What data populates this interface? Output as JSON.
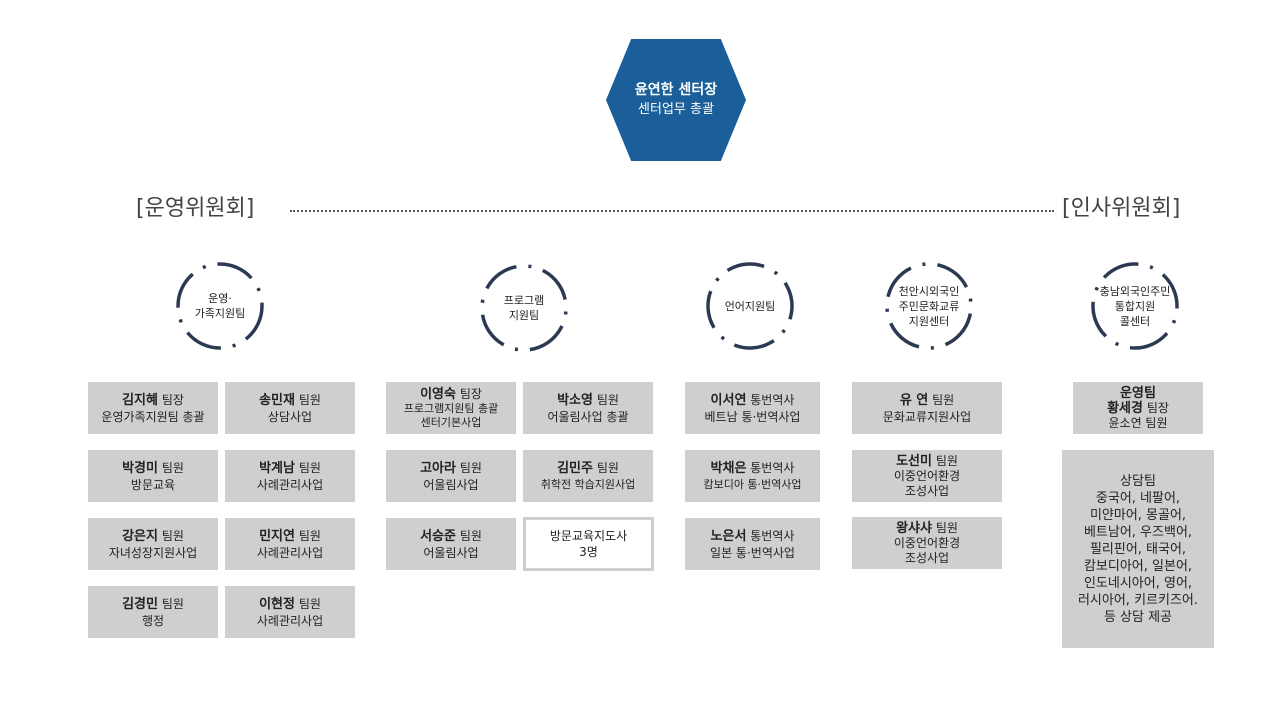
{
  "director": {
    "name": "윤연한 센터장",
    "duty": "센터업무 총괄"
  },
  "committees": {
    "left": "[운영위원회]",
    "right": "[인사위원회]"
  },
  "teams": [
    {
      "lines": [
        "운영·",
        "가족지원팀"
      ]
    },
    {
      "lines": [
        "프로그램",
        "지원팀"
      ]
    },
    {
      "lines": [
        "언어지원팀"
      ]
    },
    {
      "lines": [
        "천안시외국인",
        "주민문화교류",
        "지원센터"
      ]
    },
    {
      "lines": [
        "충남외국인주민",
        "통합지원",
        "콜센터"
      ]
    }
  ],
  "members": {
    "m1": {
      "name": "김지혜",
      "role": "팀장",
      "duty": "운영가족지원팀 총괄"
    },
    "m2": {
      "name": "송민재",
      "role": "팀원",
      "duty": "상담사업"
    },
    "m3": {
      "name": "박경미",
      "role": "팀원",
      "duty": "방문교육"
    },
    "m4": {
      "name": "박계남",
      "role": "팀원",
      "duty": "사례관리사업"
    },
    "m5": {
      "name": "강은지",
      "role": "팀원",
      "duty": "자녀성장지원사업"
    },
    "m6": {
      "name": "민지연",
      "role": "팀원",
      "duty": "사례관리사업"
    },
    "m7": {
      "name": "김경민",
      "role": "팀원",
      "duty": "행정"
    },
    "m8": {
      "name": "이현정",
      "role": "팀원",
      "duty": "사례관리사업"
    },
    "p1": {
      "name": "이영숙",
      "role": "팀장",
      "duty": "프로그램지원팀 총괄",
      "duty2": "센터기본사업"
    },
    "p2": {
      "name": "박소영",
      "role": "팀원",
      "duty": "어울림사업 총괄"
    },
    "p3": {
      "name": "고아라",
      "role": "팀원",
      "duty": "어울림사업"
    },
    "p4": {
      "name": "김민주",
      "role": "팀원",
      "duty": "취학전 학습지원사업"
    },
    "p5": {
      "name": "서승준",
      "role": "팀원",
      "duty": "어울림사업"
    },
    "p6": {
      "line1": "방문교육지도사",
      "line2": "3명"
    },
    "l1": {
      "name": "이서연",
      "role": "통번역사",
      "duty": "베트남 통·번역사업"
    },
    "l2": {
      "name": "박채은",
      "role": "통번역사",
      "duty": "캄보디아 통·번역사업"
    },
    "l3": {
      "name": "노은서",
      "role": "통번역사",
      "duty": "일본 통·번역사업"
    },
    "c1": {
      "name": "유  연",
      "role": "팀원",
      "duty": "문화교류지원사업"
    },
    "c2": {
      "name": "도선미",
      "role": "팀원",
      "duty": "이중언어환경",
      "duty2": "조성사업"
    },
    "c3": {
      "name": "왕샤샤",
      "role": "팀원",
      "duty": "이중언어환경",
      "duty2": "조성사업"
    },
    "k1": {
      "line1": "운영팀",
      "name": "황세경",
      "role": "팀장",
      "duty": "윤소연  팀원"
    },
    "k2": {
      "lines": [
        "상담팀",
        "중국어, 네팔어,",
        "미얀마어, 몽골어,",
        "베트남어, 우즈백어,",
        "필리핀어, 태국어,",
        "캄보디아어, 일본어,",
        "인도네시아어, 영어,",
        "러시아어, 키르키즈어.",
        "등 상담 제공"
      ]
    }
  }
}
